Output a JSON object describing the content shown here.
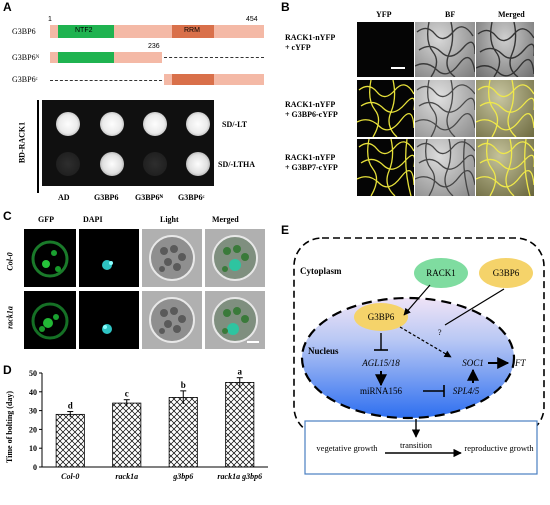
{
  "panels": {
    "A": "A",
    "B": "B",
    "C": "C",
    "D": "D",
    "E": "E"
  },
  "panelA": {
    "len_start": "1",
    "len_end": "454",
    "split": "236",
    "constructs": [
      "G3BP6",
      "G3BP6ᴺ",
      "G3BP6ᶜ"
    ],
    "domains": {
      "ntf2": "NTF2",
      "rrm": "RRM"
    },
    "colors": {
      "ntf2": "#1fb350",
      "rrm": "#d9704a",
      "body": "#f4b9a6"
    },
    "bait": "BD-RACK1",
    "media": [
      "SD/-LT",
      "SD/-LTHA"
    ],
    "preys": [
      "AD",
      "G3BP6",
      "G3BP6ᴺ",
      "G3BP6ᶜ"
    ]
  },
  "panelB": {
    "columns": [
      "YFP",
      "BF",
      "Merged"
    ],
    "rows": [
      {
        "line1": "RACK1-nYFP",
        "line2": "+ cYFP"
      },
      {
        "line1": "RACK1-nYFP",
        "line2": "+ G3BP6-cYFP"
      },
      {
        "line1": "RACK1-nYFP",
        "line2": "+ G3BP7-cYFP"
      }
    ]
  },
  "panelC": {
    "columns": [
      "GFP",
      "DAPI",
      "Light",
      "Merged"
    ],
    "rows": [
      "Col-0",
      "rack1a"
    ]
  },
  "panelD": {
    "chart_data": {
      "type": "bar",
      "categories": [
        "Col-0",
        "rack1a",
        "g3bp6",
        "rack1a g3bp6"
      ],
      "values": [
        28,
        34,
        37,
        45
      ],
      "errors": [
        1.5,
        1.8,
        3.5,
        2.5
      ],
      "letters": [
        "d",
        "c",
        "b",
        "a"
      ],
      "ylabel": "Time of bolting (day)",
      "ylim": [
        0,
        50
      ],
      "yticks": [
        0,
        10,
        20,
        30,
        40,
        50
      ],
      "pattern": "crosshatch"
    }
  },
  "panelE": {
    "cytoplasm": "Cytoplasm",
    "nucleus": "Nucleus",
    "rack1": "RACK1",
    "g3bp6_cyto": "G3BP6",
    "g3bp6_nuc": "G3BP6",
    "question": "?",
    "agl": "AGL15/18",
    "soc1": "SOC1",
    "ft": "FT",
    "mir": "miRNA156",
    "spl": "SPL4/5",
    "veg": "vegetative growth",
    "transition": "transition",
    "rep": "reproductive growth"
  }
}
